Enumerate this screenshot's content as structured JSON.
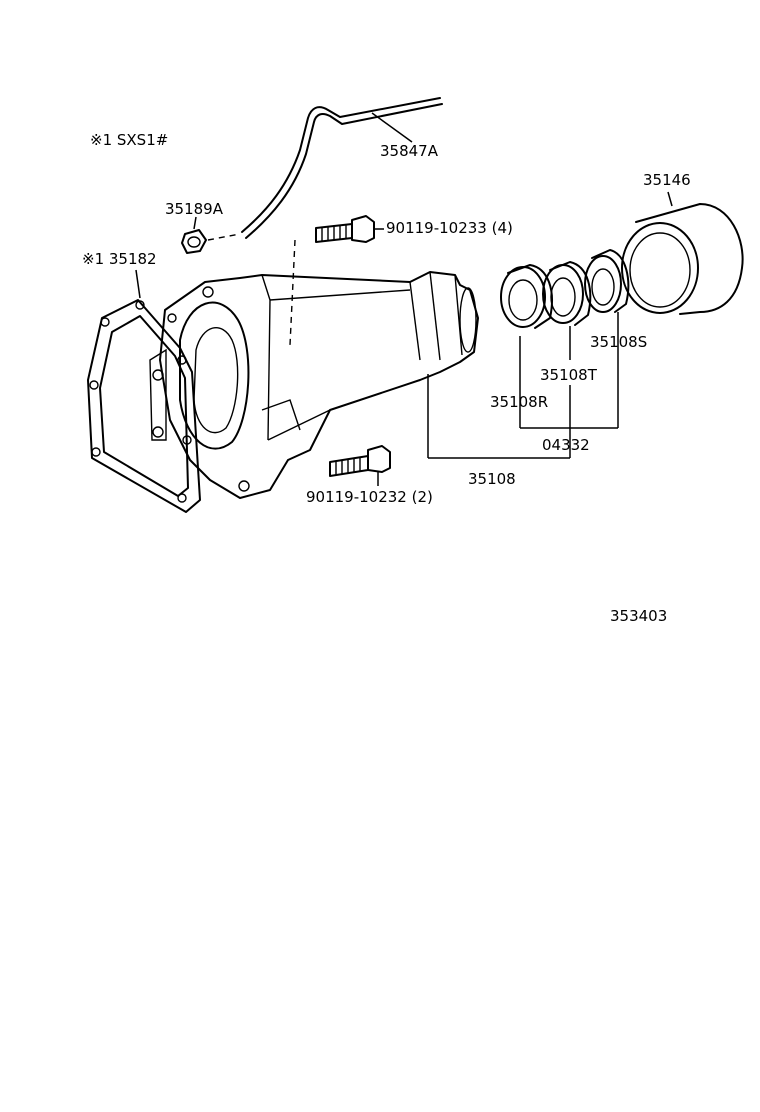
{
  "note": "※1 SXS1#",
  "parts": {
    "breather_tube": "35847A",
    "plug": "35189A",
    "bolt_upper": "90119-10233 (4)",
    "gasket": "※1 35182",
    "dust_cover": "35146",
    "seal_s": "35108S",
    "seal_t": "35108T",
    "seal_r": "35108R",
    "seal_kit": "04332",
    "extension_housing": "35108",
    "bolt_lower": "90119-10232 (2)"
  },
  "diagram_code": "353403"
}
